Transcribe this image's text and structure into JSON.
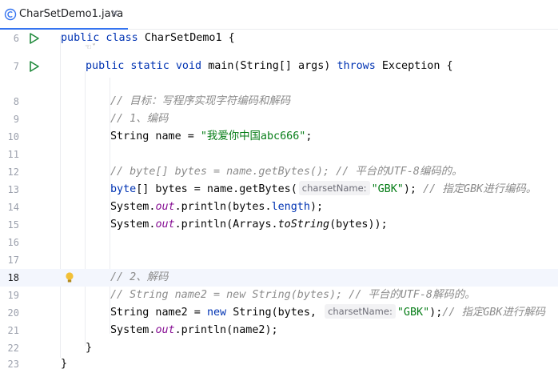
{
  "tab": {
    "label": "CharSetDemo1.java",
    "close": "×"
  },
  "lens": "☜˅",
  "lines": [
    {
      "num": "6",
      "run": true,
      "indent": 0,
      "tokens": [
        {
          "t": "public class ",
          "c": "kw"
        },
        {
          "t": "CharSetDemo1 {"
        }
      ]
    },
    {
      "num": "7",
      "run": true,
      "indent": 1,
      "tokens": [
        {
          "t": "public static void ",
          "c": "kw"
        },
        {
          "t": "main(String[] args) "
        },
        {
          "t": "throws ",
          "c": "kw"
        },
        {
          "t": "Exception {"
        }
      ]
    },
    {
      "num": "8",
      "indent": 2,
      "tokens": [
        {
          "t": "// 目标：写程序实现字符编码和解码",
          "c": "cm"
        }
      ]
    },
    {
      "num": "9",
      "indent": 2,
      "tokens": [
        {
          "t": "// 1、编码",
          "c": "cm"
        }
      ]
    },
    {
      "num": "10",
      "indent": 2,
      "tokens": [
        {
          "t": "String name = "
        },
        {
          "t": "\"我爱你中国abc666\"",
          "c": "str"
        },
        {
          "t": ";"
        }
      ]
    },
    {
      "num": "11",
      "indent": 0,
      "tokens": []
    },
    {
      "num": "12",
      "indent": 2,
      "tokens": [
        {
          "t": "// byte[] bytes = name.getBytes(); // 平台的UTF-8编码的。",
          "c": "cm"
        }
      ]
    },
    {
      "num": "13",
      "indent": 2,
      "tokens": [
        {
          "t": "byte",
          "c": "kw"
        },
        {
          "t": "[] bytes = name.getBytes("
        },
        {
          "t": "charsetName:",
          "c": "hint"
        },
        {
          "t": "\"GBK\"",
          "c": "str"
        },
        {
          "t": "); "
        },
        {
          "t": "// 指定GBK进行编码。",
          "c": "cm"
        }
      ]
    },
    {
      "num": "14",
      "indent": 2,
      "tokens": [
        {
          "t": "System."
        },
        {
          "t": "out",
          "c": "st"
        },
        {
          "t": ".println(bytes."
        },
        {
          "t": "length",
          "c": "kw"
        },
        {
          "t": ");"
        }
      ]
    },
    {
      "num": "15",
      "indent": 2,
      "tokens": [
        {
          "t": "System."
        },
        {
          "t": "out",
          "c": "st"
        },
        {
          "t": ".println(Arrays."
        },
        {
          "t": "toString",
          "c": "sf"
        },
        {
          "t": "(bytes));"
        }
      ]
    },
    {
      "num": "16",
      "indent": 0,
      "tokens": []
    },
    {
      "num": "17",
      "indent": 0,
      "tokens": []
    },
    {
      "num": "18",
      "current": true,
      "bulb": true,
      "indent": 2,
      "tokens": [
        {
          "t": "// 2、解码",
          "c": "cm"
        }
      ]
    },
    {
      "num": "19",
      "indent": 2,
      "tokens": [
        {
          "t": "// String name2 = new String(bytes); // 平台的UTF-8解码的。",
          "c": "cm"
        }
      ]
    },
    {
      "num": "20",
      "indent": 2,
      "tokens": [
        {
          "t": "String name2 = "
        },
        {
          "t": "new ",
          "c": "kw"
        },
        {
          "t": "String(bytes, "
        },
        {
          "t": "charsetName:",
          "c": "hint"
        },
        {
          "t": "\"GBK\"",
          "c": "str"
        },
        {
          "t": ");"
        },
        {
          "t": "// 指定GBK进行解码",
          "c": "cm"
        }
      ]
    },
    {
      "num": "21",
      "indent": 2,
      "tokens": [
        {
          "t": "System."
        },
        {
          "t": "out",
          "c": "st"
        },
        {
          "t": ".println(name2);"
        }
      ]
    },
    {
      "num": "22",
      "indent": 1,
      "tokens": [
        {
          "t": "}"
        }
      ]
    },
    {
      "num": "23",
      "indent": 0,
      "tokens": [
        {
          "t": "}"
        }
      ]
    }
  ],
  "colors": {
    "keyword": "#0033b3",
    "string": "#067d17",
    "comment": "#8c8c8c",
    "static_field": "#871094",
    "run_icon": "#208a3c",
    "accent": "#3574f0",
    "bulb": "#f2c037"
  }
}
